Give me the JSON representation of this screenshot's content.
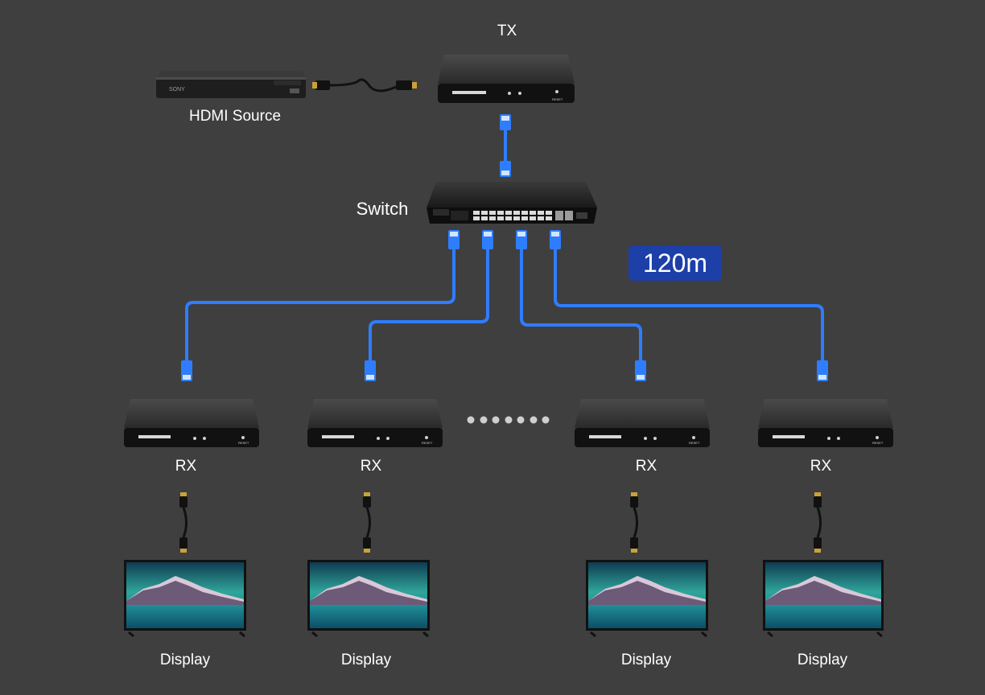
{
  "labels": {
    "tx": "TX",
    "source": "HDMI Source",
    "switch": "Switch",
    "rx": "RX",
    "display": "Display"
  },
  "distance": "120m",
  "receivers": [
    {
      "rx_label": "RX",
      "display_label": "Display"
    },
    {
      "rx_label": "RX",
      "display_label": "Display"
    },
    {
      "rx_label": "RX",
      "display_label": "Display"
    },
    {
      "rx_label": "RX",
      "display_label": "Display"
    }
  ],
  "colors": {
    "background": "#3f3f3f",
    "cable": "#2f7dff",
    "badge": "#1d3fa8",
    "ellipsis_dots": "#cfcfcf"
  }
}
